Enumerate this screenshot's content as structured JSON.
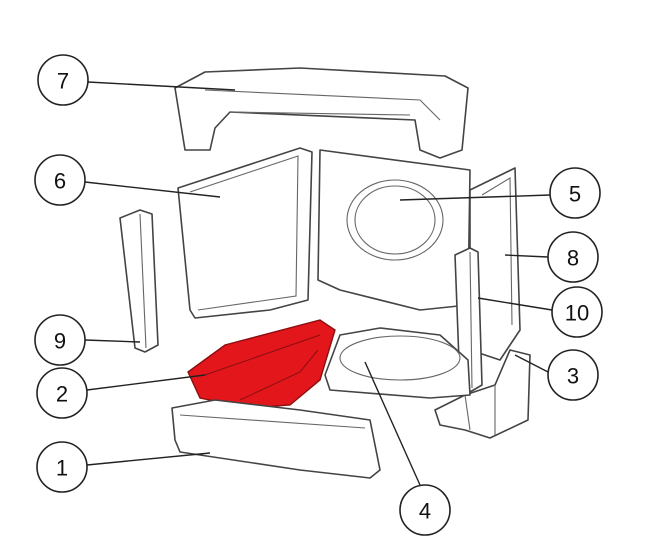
{
  "diagram": {
    "highlight_color": "#e3161b",
    "callouts": [
      {
        "label": "1",
        "part": "front-brick"
      },
      {
        "label": "2",
        "part": "base-plate-left"
      },
      {
        "label": "3",
        "part": "right-foot"
      },
      {
        "label": "4",
        "part": "base-plate-right"
      },
      {
        "label": "5",
        "part": "rear-back-wall"
      },
      {
        "label": "6",
        "part": "left-back-wall"
      },
      {
        "label": "7",
        "part": "top-baffle"
      },
      {
        "label": "8",
        "part": "right-side-wall"
      },
      {
        "label": "9",
        "part": "left-side-pillar"
      },
      {
        "label": "10",
        "part": "right-side-pillar"
      }
    ]
  }
}
